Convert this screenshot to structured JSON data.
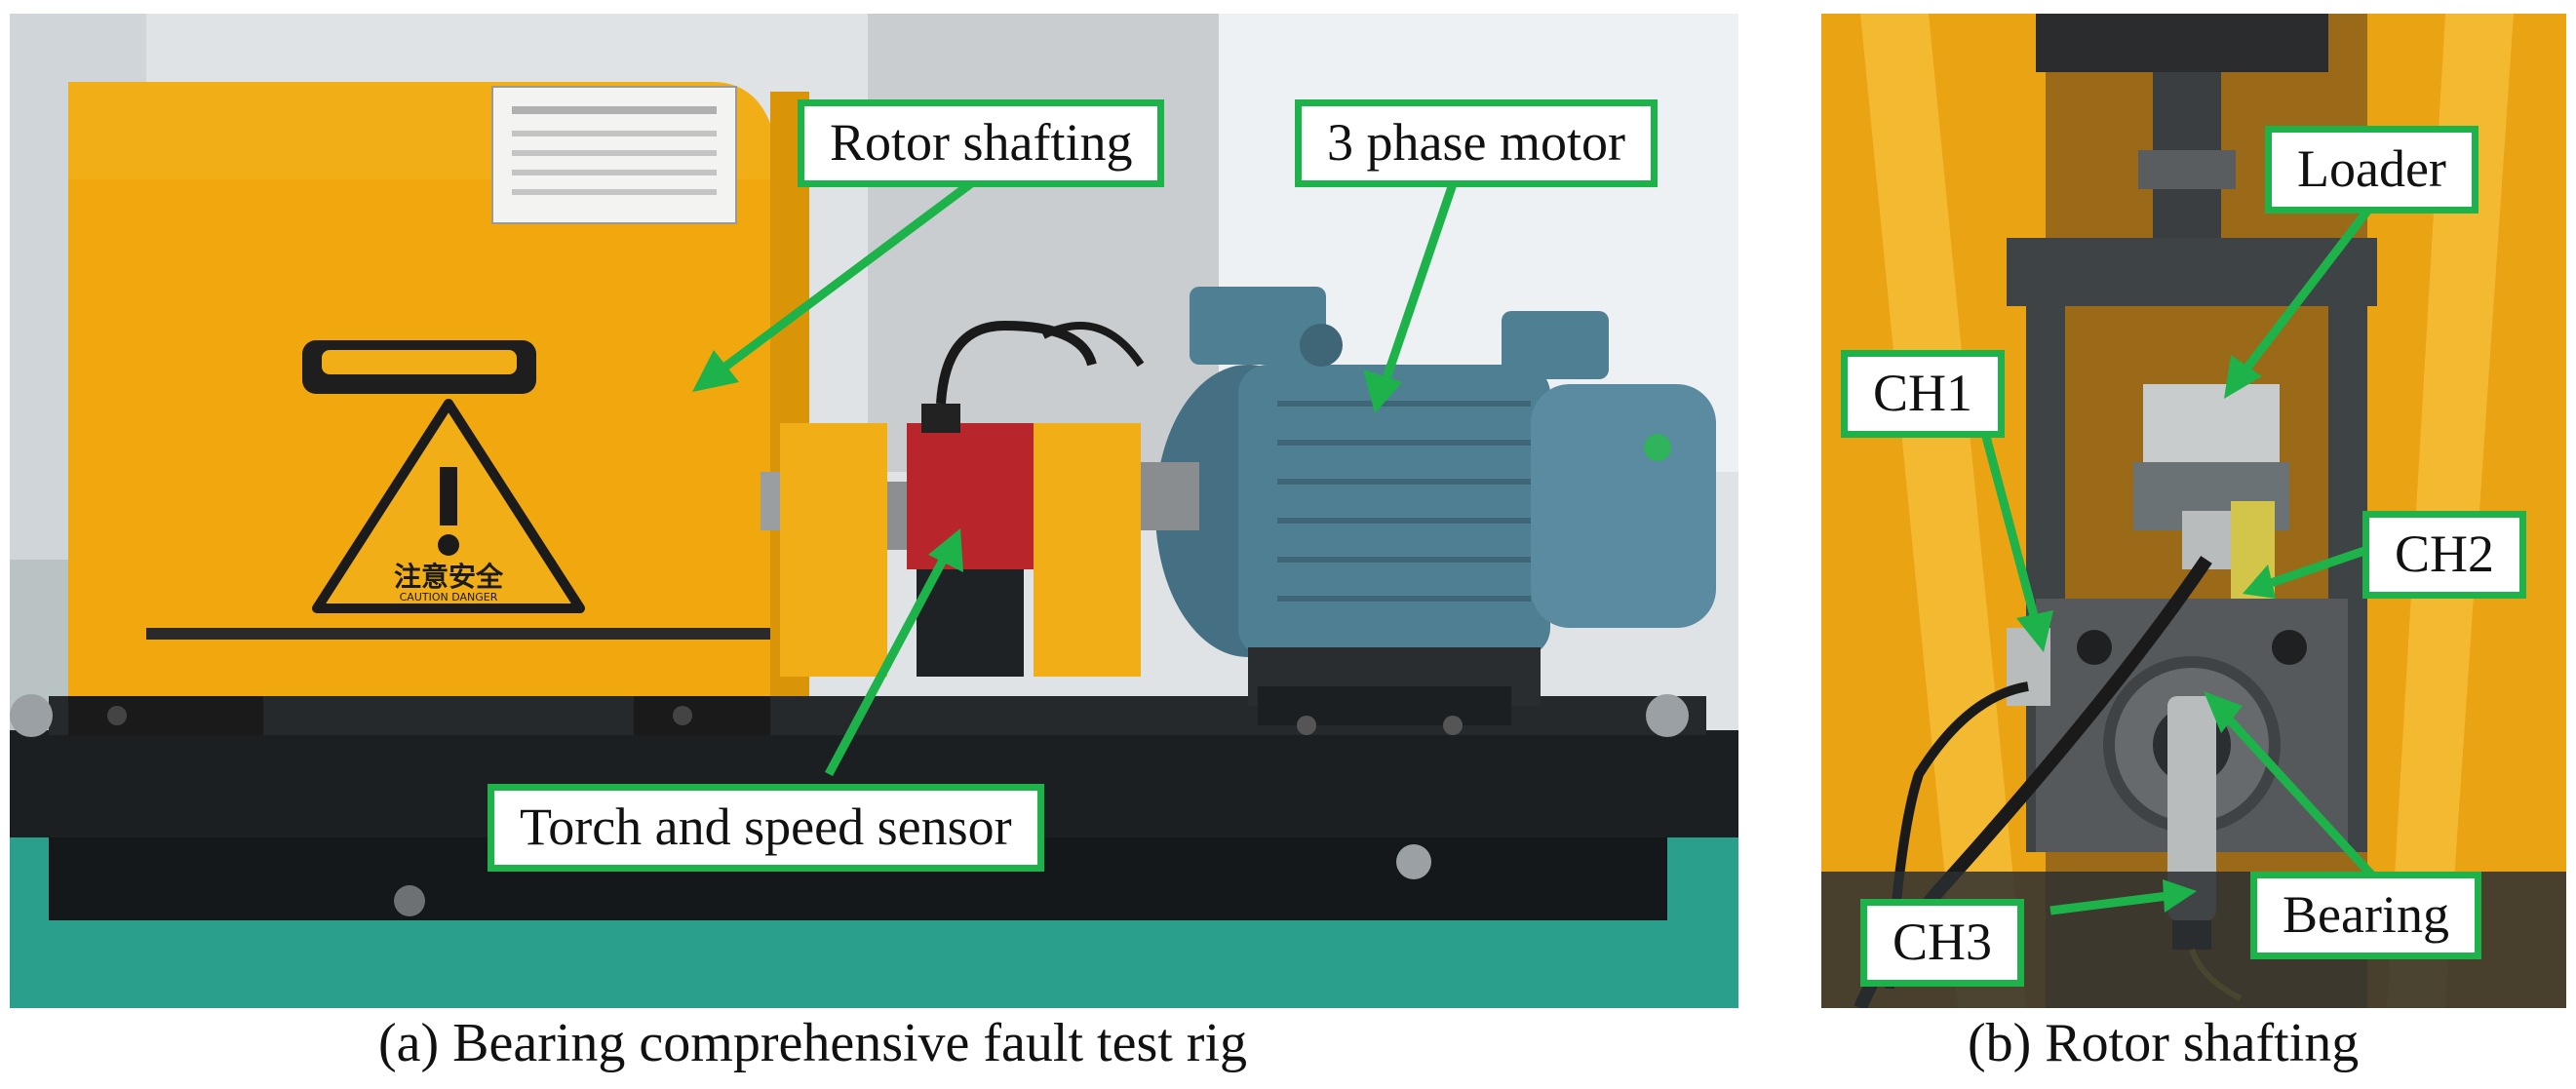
{
  "figure": {
    "panel_a": {
      "callouts": {
        "rotor_shafting": "Rotor shafting",
        "motor": "3 phase motor",
        "torch_sensor": "Torch and speed sensor"
      },
      "sign_text": "注意安全",
      "sign_subtext": "CAUTION DANGER",
      "caption": "(a)  Bearing comprehensive fault test rig"
    },
    "panel_b": {
      "callouts": {
        "loader": "Loader",
        "ch1": "CH1",
        "ch2": "CH2",
        "ch3": "CH3",
        "bearing": "Bearing"
      },
      "caption": "(b) Rotor shafting"
    }
  },
  "colors": {
    "callout_green": "#1db24a",
    "guard_yellow": "#f2ae16",
    "motor_blue": "#4f7f93",
    "sensor_red": "#b8262b",
    "base_black": "#1c1f22",
    "floor_teal": "#2aa08c"
  }
}
